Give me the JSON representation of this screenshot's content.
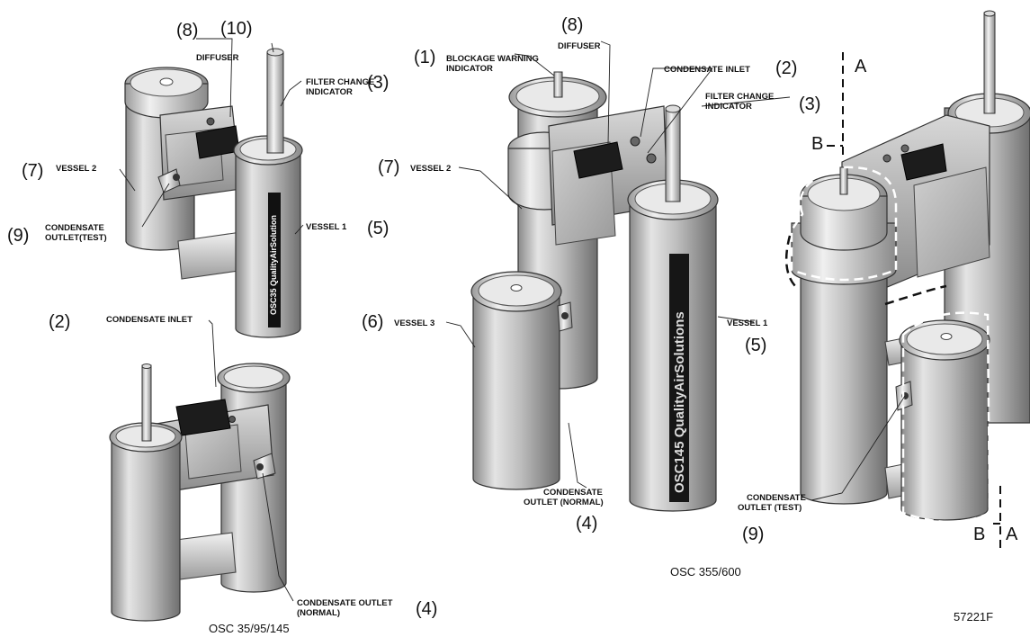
{
  "callouts": {
    "n1": "(1)",
    "n2": "(2)",
    "n3": "(3)",
    "n4": "(4)",
    "n5": "(5)",
    "n6": "(6)",
    "n7": "(7)",
    "n8": "(8)",
    "n9": "(9)",
    "n10": "(10)"
  },
  "labels": {
    "diffuser": "DIFFUSER",
    "filter_change_1": "FILTER CHANGE",
    "filter_change_2": "INDICATOR",
    "vessel_1": "VESSEL 1",
    "vessel_2": "VESSEL 2",
    "vessel_3": "VESSEL 3",
    "cond_outlet_test_1": "CONDENSATE",
    "cond_outlet_test_2": "OUTLET(TEST)",
    "cond_outlet_test_alt_2": "OUTLET (TEST)",
    "cond_inlet": "CONDENSATE INLET",
    "cond_outlet_normal_1": "CONDENSATE OUTLET",
    "cond_outlet_normal_2": "(NORMAL)",
    "cond_outlet_normal_alt_1": "CONDENSATE",
    "cond_outlet_normal_alt_2": "OUTLET (NORMAL)",
    "blockage_1": "BLOCKAGE WARNING",
    "blockage_2": "INDICATOR"
  },
  "section_marks": {
    "a": "A",
    "b": "B"
  },
  "vessel_prints": {
    "small": "OSC35 QualityAirSolution",
    "large": "OSC145 QualityAirSolutions"
  },
  "captions": {
    "small_model": "OSC 35/95/145",
    "large_model": "OSC 355/600",
    "figure_code": "57221F"
  }
}
